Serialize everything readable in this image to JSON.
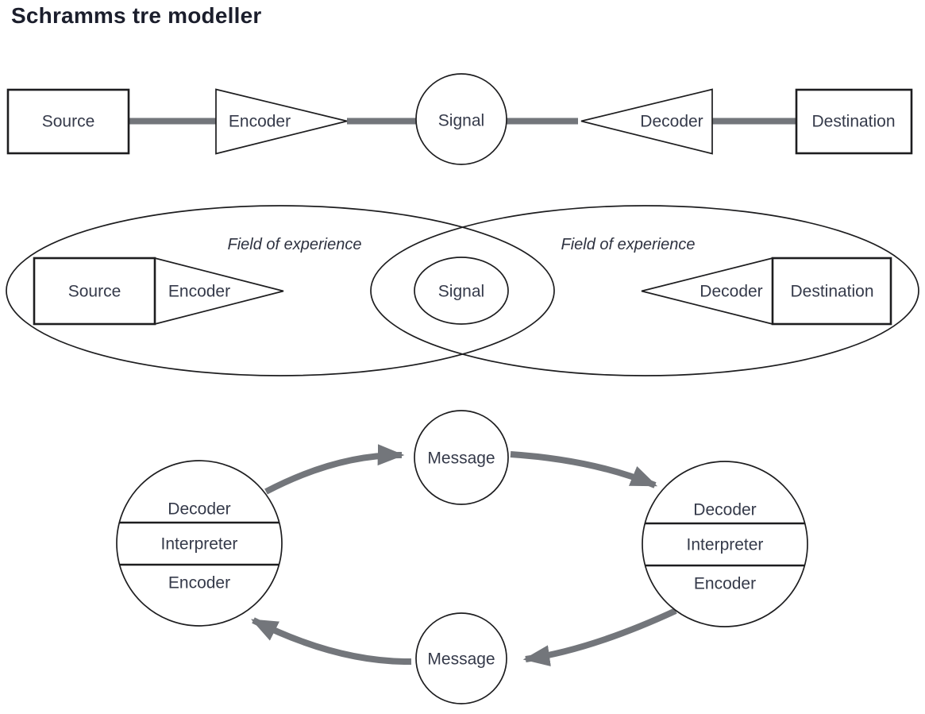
{
  "title": "Schramms tre modeller",
  "colors": {
    "outline": "#1d1d1f",
    "connector_gray": "#73767b",
    "label_text": "#353a4a",
    "title_text": "#1b1e2c",
    "background": "#ffffff"
  },
  "model1": {
    "source": "Source",
    "encoder": "Encoder",
    "signal": "Signal",
    "decoder": "Decoder",
    "destination": "Destination"
  },
  "model2": {
    "left_field_label": "Field of experience",
    "right_field_label": "Field of experience",
    "source": "Source",
    "encoder": "Encoder",
    "signal": "Signal",
    "decoder": "Decoder",
    "destination": "Destination"
  },
  "model3": {
    "top_message": "Message",
    "bottom_message": "Message",
    "left_circle": {
      "top": "Decoder",
      "middle": "Interpreter",
      "bottom": "Encoder"
    },
    "right_circle": {
      "top": "Decoder",
      "middle": "Interpreter",
      "bottom": "Encoder"
    }
  }
}
